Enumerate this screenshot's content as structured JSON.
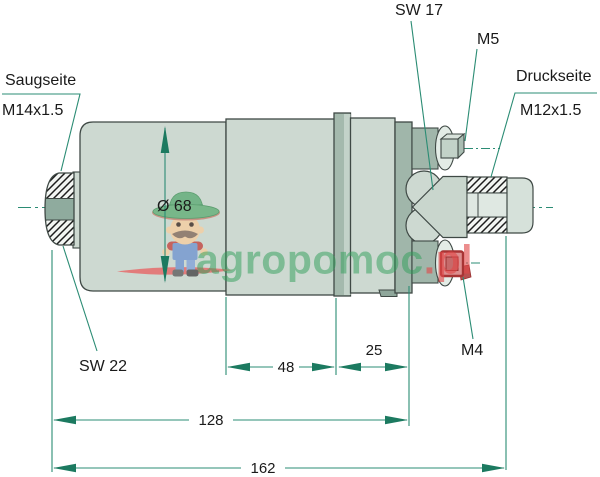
{
  "diagram": {
    "labels": {
      "suction_side": "Saugseite",
      "suction_thread": "M14x1.5",
      "suction_hex": "SW 22",
      "outlet_hex": "SW 17",
      "terminal_top": "M5",
      "pressure_side": "Druckseite",
      "pressure_thread": "M12x1.5",
      "terminal_bottom": "M4",
      "body_diameter": "Ø 68"
    },
    "dimensions": {
      "pump_section": "48",
      "outlet_section": "25",
      "body_length": "128",
      "total_length": "162"
    },
    "watermark": {
      "name_green": "agropomoc",
      "name_red": ".pl"
    },
    "colors": {
      "dimension_line": "#2b8c74",
      "arrow_fill": "#1c7a60",
      "body_fill": "#cdd9d1",
      "dark_metal": "#a0b6aa",
      "bore_green": "#8fab9e",
      "watermark_green": "#2e9e58",
      "watermark_red": "#e04848",
      "terminal_red": "#dc8f8f"
    }
  }
}
